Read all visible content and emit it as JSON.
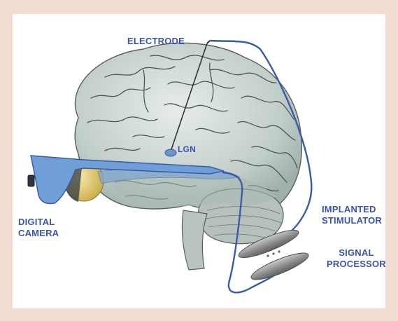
{
  "labels": {
    "electrode": "ELECTRODE",
    "lgn": "LGN",
    "camera_line1": "DIGITAL",
    "camera_line2": "CAMERA",
    "stimulator_line1": "IMPLANTED",
    "stimulator_line2": "STIMULATOR",
    "processor_line1": "SIGNAL",
    "processor_line2": "PROCESSOR"
  },
  "colors": {
    "background": "#f3ddd3",
    "panel": "#ffffff",
    "label_blue": "#3a55a6",
    "wire_blue": "#3b5ba8",
    "glasses": "#6f9fd6",
    "brain": "#c9d4d1",
    "cerebellum": "#b7c2bf",
    "eye": "#e6d27a",
    "device": "#9a9c9e"
  }
}
